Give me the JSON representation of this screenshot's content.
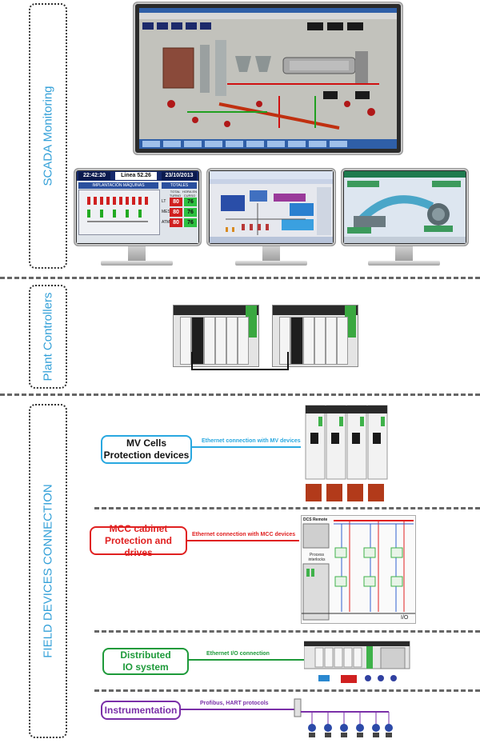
{
  "sections": {
    "scada_label": "SCADA Monitoring",
    "plant_controllers_label": "Plant Controllers",
    "field_devices_label": "FIELD DEVICES CONNECTION"
  },
  "monitors": {
    "left": {
      "time": "22:42:20",
      "linea": "Linea 52.26",
      "date": "23/10/2013",
      "panel_title": "IMPLANTACIÓN MÁQUINAS",
      "totals_title": "TOTALES",
      "col1": "TOTAL TURNO",
      "col2": "HORA EN CURSO",
      "rows": [
        {
          "name": "LT",
          "v1": "80",
          "v2": "76"
        },
        {
          "name": "MESP",
          "v1": "80",
          "v2": "76"
        },
        {
          "name": "ATM",
          "v1": "80",
          "v2": "76"
        }
      ]
    }
  },
  "field_devices": {
    "mv": {
      "label_line1": "MV Cells",
      "label_line2": "Protection devices",
      "connection": "Ethernet connection with MV devices",
      "color": "#29a8e0"
    },
    "mcc": {
      "label_line1": "MCC cabinet",
      "label_line2": "Protection and drives",
      "connection": "Ethernet connection with MCC devices",
      "color": "#e02020",
      "cabinet_title": "DCS Remote",
      "cabinet_sub": "Process interlocks",
      "io_label": "I/O"
    },
    "dio": {
      "label_line1": "Distributed",
      "label_line2": "IO system",
      "connection": "Ethernet I/O connection",
      "color": "#1e9a3a"
    },
    "inst": {
      "label_line1": "Instrumentation",
      "connection": "Profibus, HART protocols",
      "color": "#7a2fa8"
    }
  }
}
